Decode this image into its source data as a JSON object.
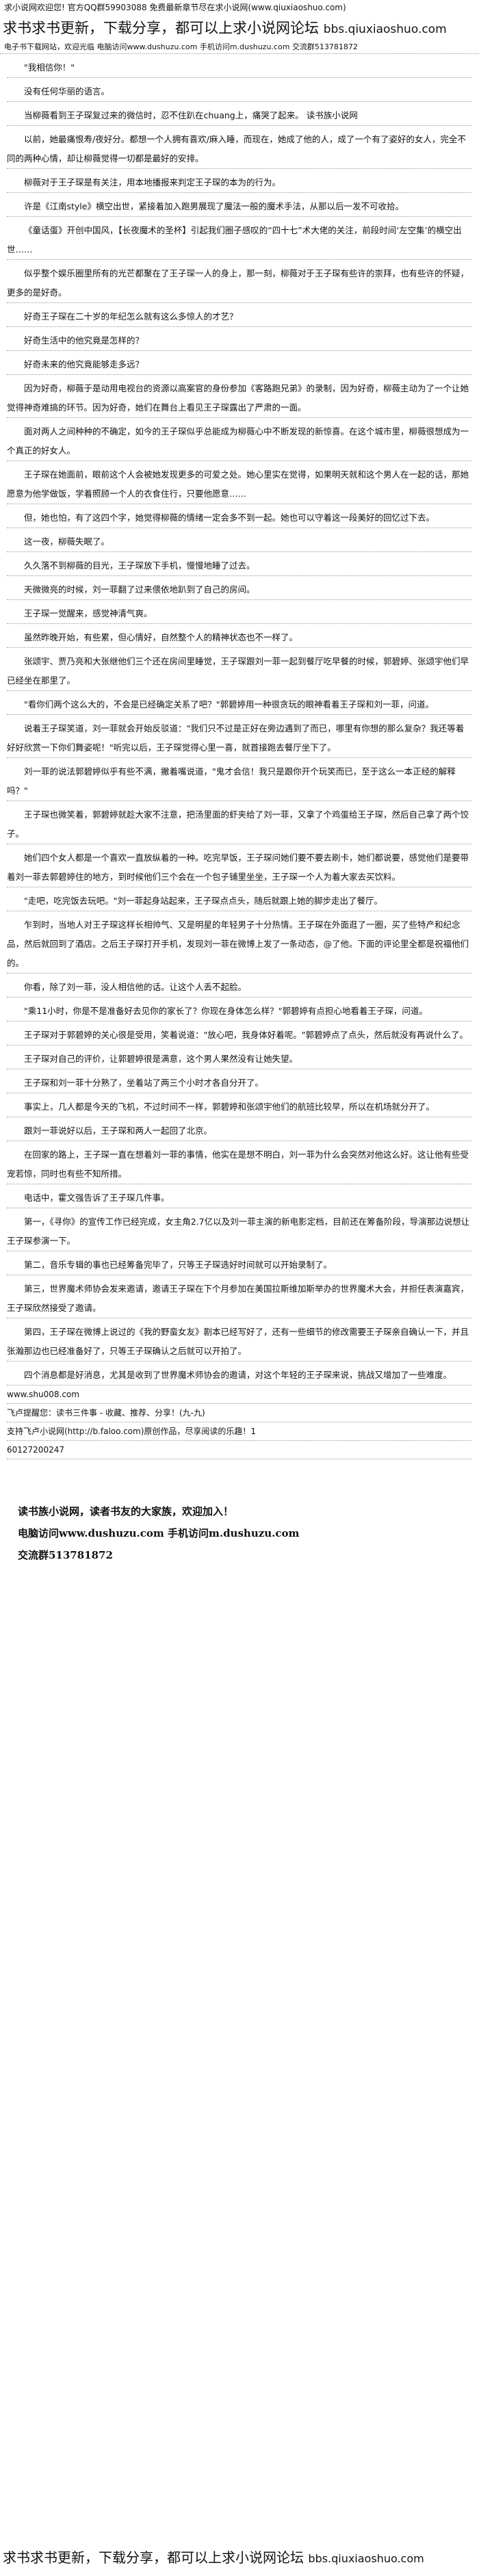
{
  "header": {
    "top_line": "求小说网欢迎您! 官方QQ群59903088 免费最新章节尽在求小说网(www.qiuxiaoshuo.com)",
    "banner_text": "求书求书更新，下载分享，都可以上求小说网论坛",
    "banner_site": "bbs.qiuxiaoshuo.com",
    "note": "电子书下载网站，欢迎光临  电脑访问www.dushuzu.com 手机访问m.dushuzu.com 交流群513781872"
  },
  "paragraphs": [
    "\"我相信你！\"",
    "没有任何华丽的语言。",
    "当柳薇看到王子琛复过来的微信时，忍不住趴在chuang上，痛哭了起来。  读书族小说网",
    "以前，她最痛恨寿/夜好分。都想一个人拥有喜欢/麻入睡，而现在，她成了他的人，成了一个有了姿好的女人，完全不同的两种心情，却让柳薇觉得一切都是最好的安排。",
    "柳薇对于王子琛是有关注，用本地播报来判定王子琛的本为的行为。",
    "许是《江南style》横空出世，紧接着加入跑男展现了魔法一般的魔术手法，从那以后一发不可收拾。",
    "《童话蛋》开创中国风，【长夜魔术的圣杯】引起我们圈子感叹的“四十七”术大佬的关注，前段时间‘左空集’的横空出世……",
    "似乎整个娱乐圈里所有的光芒都聚在了王子琛一人的身上，那一刻，柳薇对于王子琛有些许的崇拜，也有些许的怀疑，更多的是好奇。",
    "好奇王子琛在二十岁的年纪怎么就有这么多惊人的才艺？",
    "好奇生活中的他究竟是怎样的？",
    "好奇未来的他究竟能够走多远？",
    "因为好奇，柳薇于是动用电视台的资源以高案官的身份参加《客路跑兄弟》的录制，因为好奇，柳薇主动为了一个让她觉得神奇难搞的环节。因为好奇，她们在舞台上看见王子琛露出了严肃的一面。",
    "面对两人之间种种的不确定，如今的王子琛似乎总能成为柳薇心中不断发现的新惊喜。在这个城市里，柳薇很想成为一个真正的好女人。",
    "王子琛在她面前，眼前这个人会被她发现更多的可爱之处。她心里实在觉得，如果明天就和这个男人在一起的话，那她愿意为他学做饭，学着照顾一个人的衣食住行，只要他愿意……",
    "但，她也怕，有了这四个字，她觉得柳薇的情绪一定会多不到一起。她也可以守着这一段美好的回忆过下去。",
    "这一夜，柳薇失眠了。",
    "久久落不到柳薇的目光，王子琛放下手机，慢慢地睡了过去。",
    "天微微亮的时候，刘一菲翻了过来偎依地趴到了自己的房间。",
    "王子琛一觉醒来，感觉神清气爽。",
    "虽然昨晚开始，有些累，但心情好，自然整个人的精神状态也不一样了。",
    "张颂宇、贾乃亮和大张继他们三个还在房间里睡觉，王子琛跟刘一菲一起到餐厅吃早餐的时候，郭碧婷、张颂宇他们早已经坐在那里了。",
    "\"看你们两个这么大的，不会是已经确定关系了吧？\"郭碧婷用一种很贪玩的眼神看着王子琛和刘一菲，问道。",
    "说着王子琛笑道，刘一菲就会开始反驳道：\"我们只不过是正好在旁边遇到了而已，哪里有你想的那么复杂？我还等着好好欣赏一下你们舞姿呢！\"听完以后，王子琛觉得心里一喜，就首接跑去餐厅坐下了。",
    "刘一菲的说法郭碧婷似乎有些不满，撇着嘴说道，\"鬼才会信！我只是跟你开个玩笑而已，至于这么一本正经的解释吗？\"",
    "王子琛也微笑着，郭碧婷就趁大家不注意，把汤里面的虾夹给了刘一菲，又拿了个鸡蛋给王子琛，然后自己拿了两个饺子。",
    "她们四个女人都是一个喜欢一直放纵着的一种。吃完早饭，王子琛问她们要不要去刷卡，她们都说要，感觉他们是要带着刘一菲去郭碧婷住的地方，到时候他们三个会在一个包子铺里坐坐，王子琛一个人为着大家去买饮料。",
    "\"走吧，吃完饭去玩吧。\"刘一菲起身站起来，王子琛点点头，随后就跟上她的脚步走出了餐厅。",
    "乍到时，当地人对王子琛这样长相帅气、又是明星的年轻男子十分热情。王子琛在外面逛了一圈，买了些特产和纪念品，然后就回到了酒店。之后王子琛打开手机，发现刘一菲在微博上发了一条动态，@了他。下面的评论里全都是祝福他们的。",
    "你看，除了刘一菲，没人相信他的话。让这个人丢不起脸。",
    "\"乘11小时，你是不是准备好去见你的家长了？你现在身体怎么样？\"郭碧婷有点担心地看着王子琛，问道。",
    "王子琛对于郭碧婷的关心很是受用，笑着说道：\"放心吧，我身体好着呢。\"郭碧婷点了点头，然后就没有再说什么了。",
    "王子琛对自己的评价，让郭碧婷很是满意，这个男人果然没有让她失望。",
    "王子琛和刘一菲十分熟了，坐着站了两三个小时才各自分开了。",
    "事实上，几人都是今天的飞机，不过时间不一样，郭碧婷和张颂宇他们的航班比较早，所以在机场就分开了。",
    "跟刘一菲说好以后，王子琛和两人一起回了北京。",
    "在回家的路上，王子琛一直在想着刘一菲的事情，他实在是想不明白，刘一菲为什么会突然对他这么好。这让他有些受宠若惊，同时也有些不知所措。",
    "电话中，霍文强告诉了王子琛几件事。",
    "第一，《寻你》的宣传工作已经完成，女主角2.7亿以及刘一菲主演的新电影定档，目前还在筹备阶段，导演那边说想让王子琛参演一下。",
    "第二，音乐专辑的事也已经筹备完毕了，只等王子琛选好时间就可以开始录制了。",
    "第三，世界魔术师协会发来邀请，邀请王子琛在下个月参加在美国拉斯维加斯举办的世界魔术大会，并担任表演嘉宾，王子琛欣然接受了邀请。",
    "第四，王子琛在微博上说过的《我的野蛮女友》剧本已经写好了，还有一些细节的修改需要王子琛亲自确认一下，并且张瀚那边也已经准备好了，只等王子琛确认之后就可以开拍了。",
    "四个消息都是好消息，尤其是收到了世界魔术师协会的邀请，对这个年轻的王子琛来说，挑战又增加了一些难度。"
  ],
  "footer": {
    "site_line": "www.shu008.com",
    "chapter_end": "飞卢提醒您：读书三件事 - 收藏、推荐、分享！(九-九)",
    "support_line": "支持飞卢小说网(http://b.faloo.com)原创作品，尽享阅读的乐趣！1",
    "id_line": "60127200247"
  },
  "promo": {
    "line1": "读书族小说网，读者书友的大家族，欢迎加入！",
    "line2": "电脑访问www.dushuzu.com 手机访问m.dushuzu.com",
    "line3": "交流群513781872"
  },
  "bottom_banner": {
    "text": "求书求书更新，下载分享，都可以上求小说网论坛",
    "site": "bbs.qiuxiaoshuo.com"
  }
}
